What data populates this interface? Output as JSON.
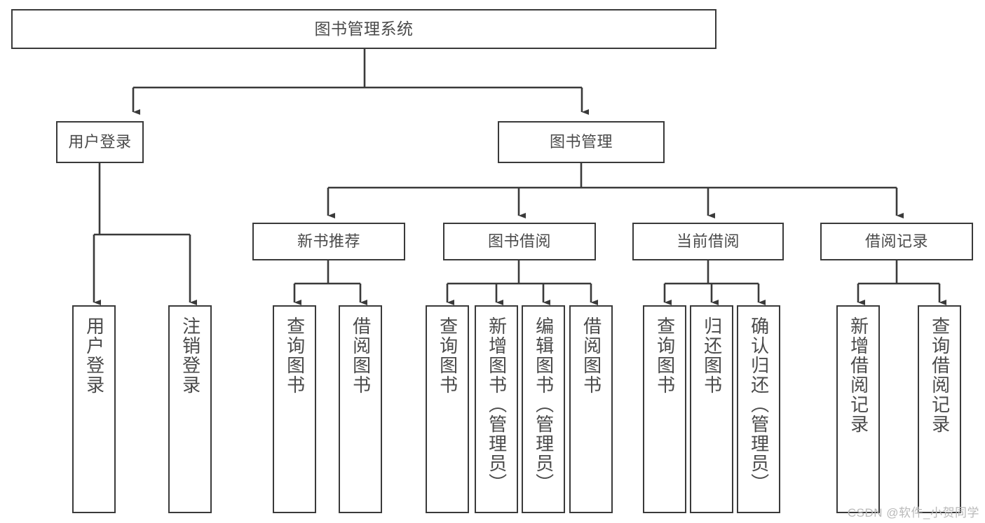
{
  "diagram": {
    "title": "图书管理系统",
    "type": "tree-hierarchy",
    "watermark": "CSDN @软件_小贺同学",
    "colors": {
      "background": "#ffffff",
      "box_fill": "#ffffff",
      "box_border": "#3a3a3a",
      "text": "#4a4a4a",
      "connector": "#3a3a3a",
      "watermark": "#b9b9b9"
    },
    "root": {
      "label": "图书管理系统"
    },
    "level1": [
      {
        "id": "user-login",
        "label": "用户登录"
      },
      {
        "id": "book-manage",
        "label": "图书管理"
      }
    ],
    "level2": [
      {
        "id": "new-book-recommend",
        "label": "新书推荐",
        "parent": "book-manage"
      },
      {
        "id": "book-borrow",
        "label": "图书借阅",
        "parent": "book-manage"
      },
      {
        "id": "current-borrow",
        "label": "当前借阅",
        "parent": "book-manage"
      },
      {
        "id": "borrow-record",
        "label": "借阅记录",
        "parent": "book-manage"
      }
    ],
    "leaves": {
      "user_login": [
        {
          "id": "leaf-user-login",
          "label": "用户登录"
        },
        {
          "id": "leaf-user-logout",
          "label": "注销登录"
        }
      ],
      "new_book_recommend": [
        {
          "id": "leaf-query-book-1",
          "label": "查询图书"
        },
        {
          "id": "leaf-borrow-book-1",
          "label": "借阅图书"
        }
      ],
      "book_borrow": [
        {
          "id": "leaf-query-book-2",
          "label": "查询图书"
        },
        {
          "id": "leaf-add-book",
          "label": "新增图书（管理员）"
        },
        {
          "id": "leaf-edit-book",
          "label": "编辑图书（管理员）"
        },
        {
          "id": "leaf-borrow-book-2",
          "label": "借阅图书"
        }
      ],
      "current_borrow": [
        {
          "id": "leaf-query-book-3",
          "label": "查询图书"
        },
        {
          "id": "leaf-return-book",
          "label": "归还图书"
        },
        {
          "id": "leaf-confirm-return",
          "label": "确认归还（管理员）"
        }
      ],
      "borrow_record": [
        {
          "id": "leaf-add-record",
          "label": "新增借阅记录"
        },
        {
          "id": "leaf-query-record",
          "label": "查询借阅记录"
        }
      ]
    }
  }
}
